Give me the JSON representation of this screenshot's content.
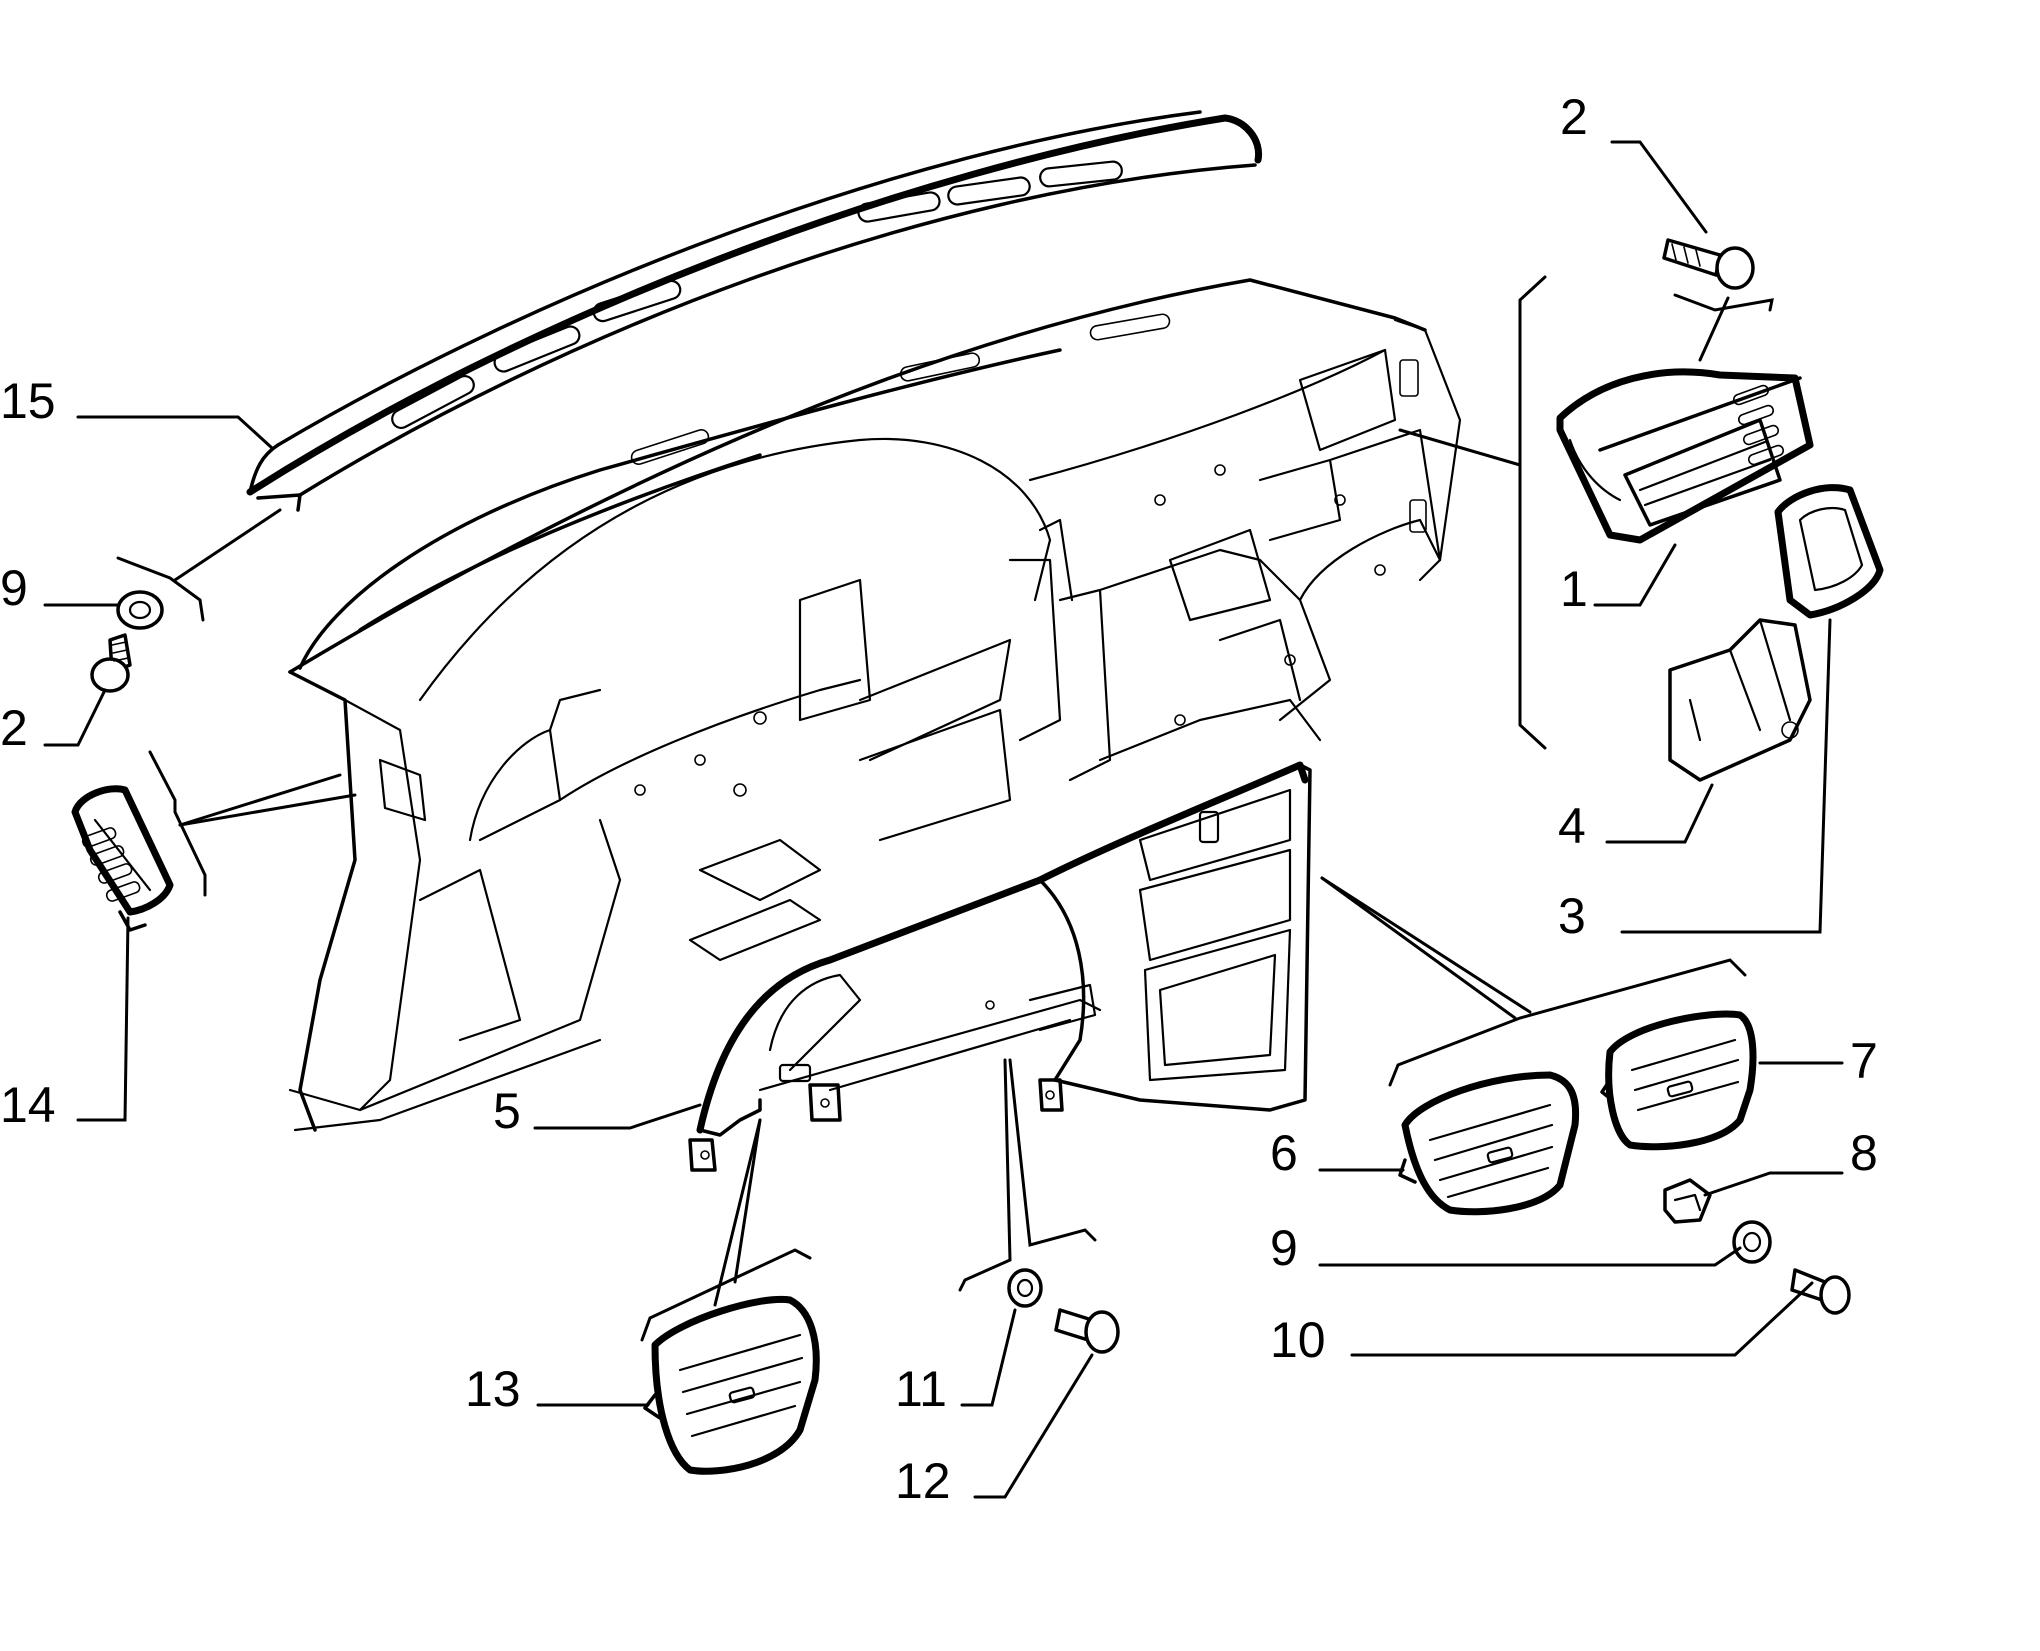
{
  "diagram": {
    "callouts": [
      {
        "id": "c-15",
        "text": "15"
      },
      {
        "id": "c-9a",
        "text": "9"
      },
      {
        "id": "c-2a",
        "text": "2"
      },
      {
        "id": "c-14",
        "text": "14"
      },
      {
        "id": "c-2b",
        "text": "2"
      },
      {
        "id": "c-1",
        "text": "1"
      },
      {
        "id": "c-4",
        "text": "4"
      },
      {
        "id": "c-3",
        "text": "3"
      },
      {
        "id": "c-5",
        "text": "5"
      },
      {
        "id": "c-7",
        "text": "7"
      },
      {
        "id": "c-6",
        "text": "6"
      },
      {
        "id": "c-8",
        "text": "8"
      },
      {
        "id": "c-9b",
        "text": "9"
      },
      {
        "id": "c-10",
        "text": "10"
      },
      {
        "id": "c-11",
        "text": "11"
      },
      {
        "id": "c-12",
        "text": "12"
      },
      {
        "id": "c-13",
        "text": "13"
      }
    ]
  }
}
